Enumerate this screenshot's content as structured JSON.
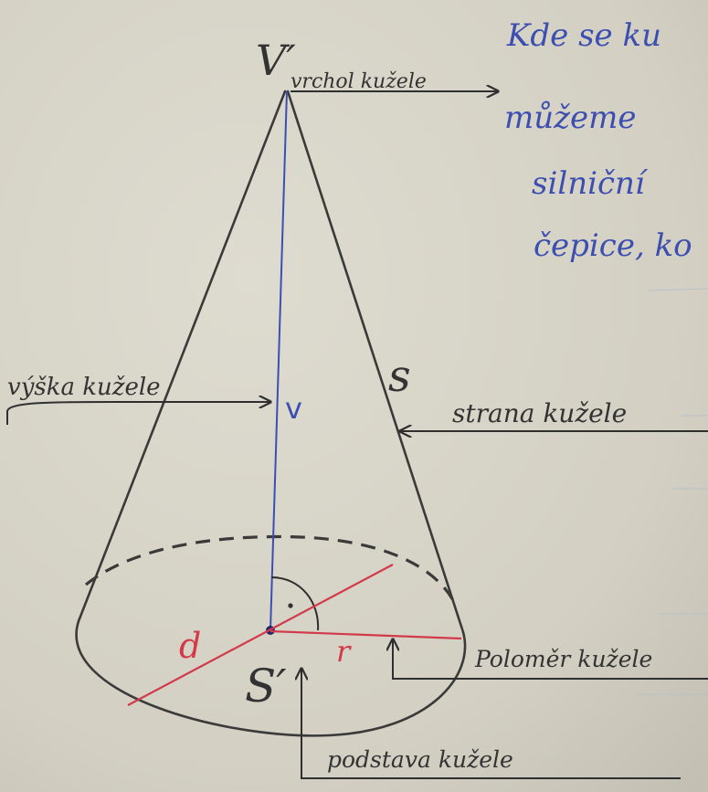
{
  "labels": {
    "vertex_letter": "V′",
    "vertex_label": "vrchol kužele",
    "height_label": "výška kužele",
    "height_letter": "v",
    "side_letter": "s",
    "side_label": "strana kužele",
    "diameter_letter": "d",
    "radius_letter": "r",
    "radius_label": "Poloměr kužele",
    "center_letter": "S′",
    "base_label": "podstava kužele"
  },
  "notes": {
    "line1": "Kde se ku",
    "line2": "můžeme",
    "line3": "silniční",
    "line4": "čepice, ko"
  },
  "colors": {
    "paper": "#d6d3c6",
    "pencil": "#3a3a3a",
    "blue_ink": "#3c4fb0",
    "red_ink": "#d23a4a"
  }
}
